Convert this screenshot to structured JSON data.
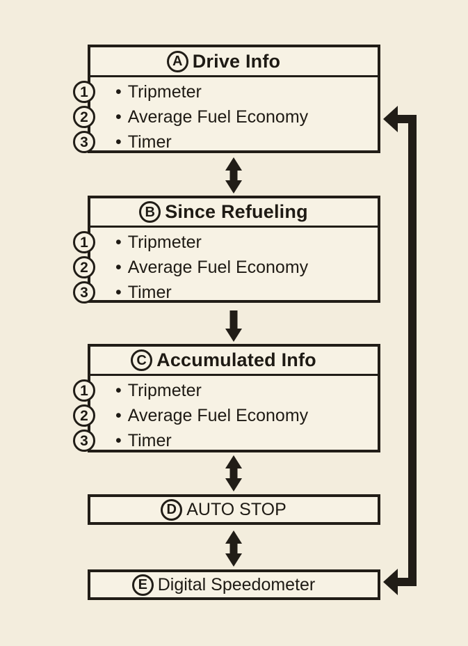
{
  "diagram": {
    "description": "Instrument display mode cycle diagram",
    "bullet": "•",
    "palette": {
      "background": "#f3eddd",
      "box_fill": "#f7f2e4",
      "line": "#211d17"
    },
    "boxes": [
      {
        "label": "A",
        "title": "Drive Info",
        "items": [
          {
            "num": "1",
            "text": "Tripmeter"
          },
          {
            "num": "2",
            "text": "Average Fuel Economy"
          },
          {
            "num": "3",
            "text": "Timer"
          }
        ]
      },
      {
        "label": "B",
        "title": "Since Refueling",
        "items": [
          {
            "num": "1",
            "text": "Tripmeter"
          },
          {
            "num": "2",
            "text": "Average Fuel Economy"
          },
          {
            "num": "3",
            "text": "Timer"
          }
        ]
      },
      {
        "label": "C",
        "title": "Accumulated Info",
        "items": [
          {
            "num": "1",
            "text": "Tripmeter"
          },
          {
            "num": "2",
            "text": "Average Fuel Economy"
          },
          {
            "num": "3",
            "text": "Timer"
          }
        ]
      },
      {
        "label": "D",
        "title": "AUTO STOP",
        "items": []
      },
      {
        "label": "E",
        "title": "Digital Speedometer",
        "items": []
      }
    ],
    "arrows": [
      {
        "between": "A-B",
        "type": "double-vertical"
      },
      {
        "between": "B-C",
        "type": "single-down"
      },
      {
        "between": "C-D",
        "type": "double-vertical"
      },
      {
        "between": "D-E",
        "type": "double-vertical"
      },
      {
        "between": "E-A",
        "type": "return-loop-right"
      }
    ]
  }
}
